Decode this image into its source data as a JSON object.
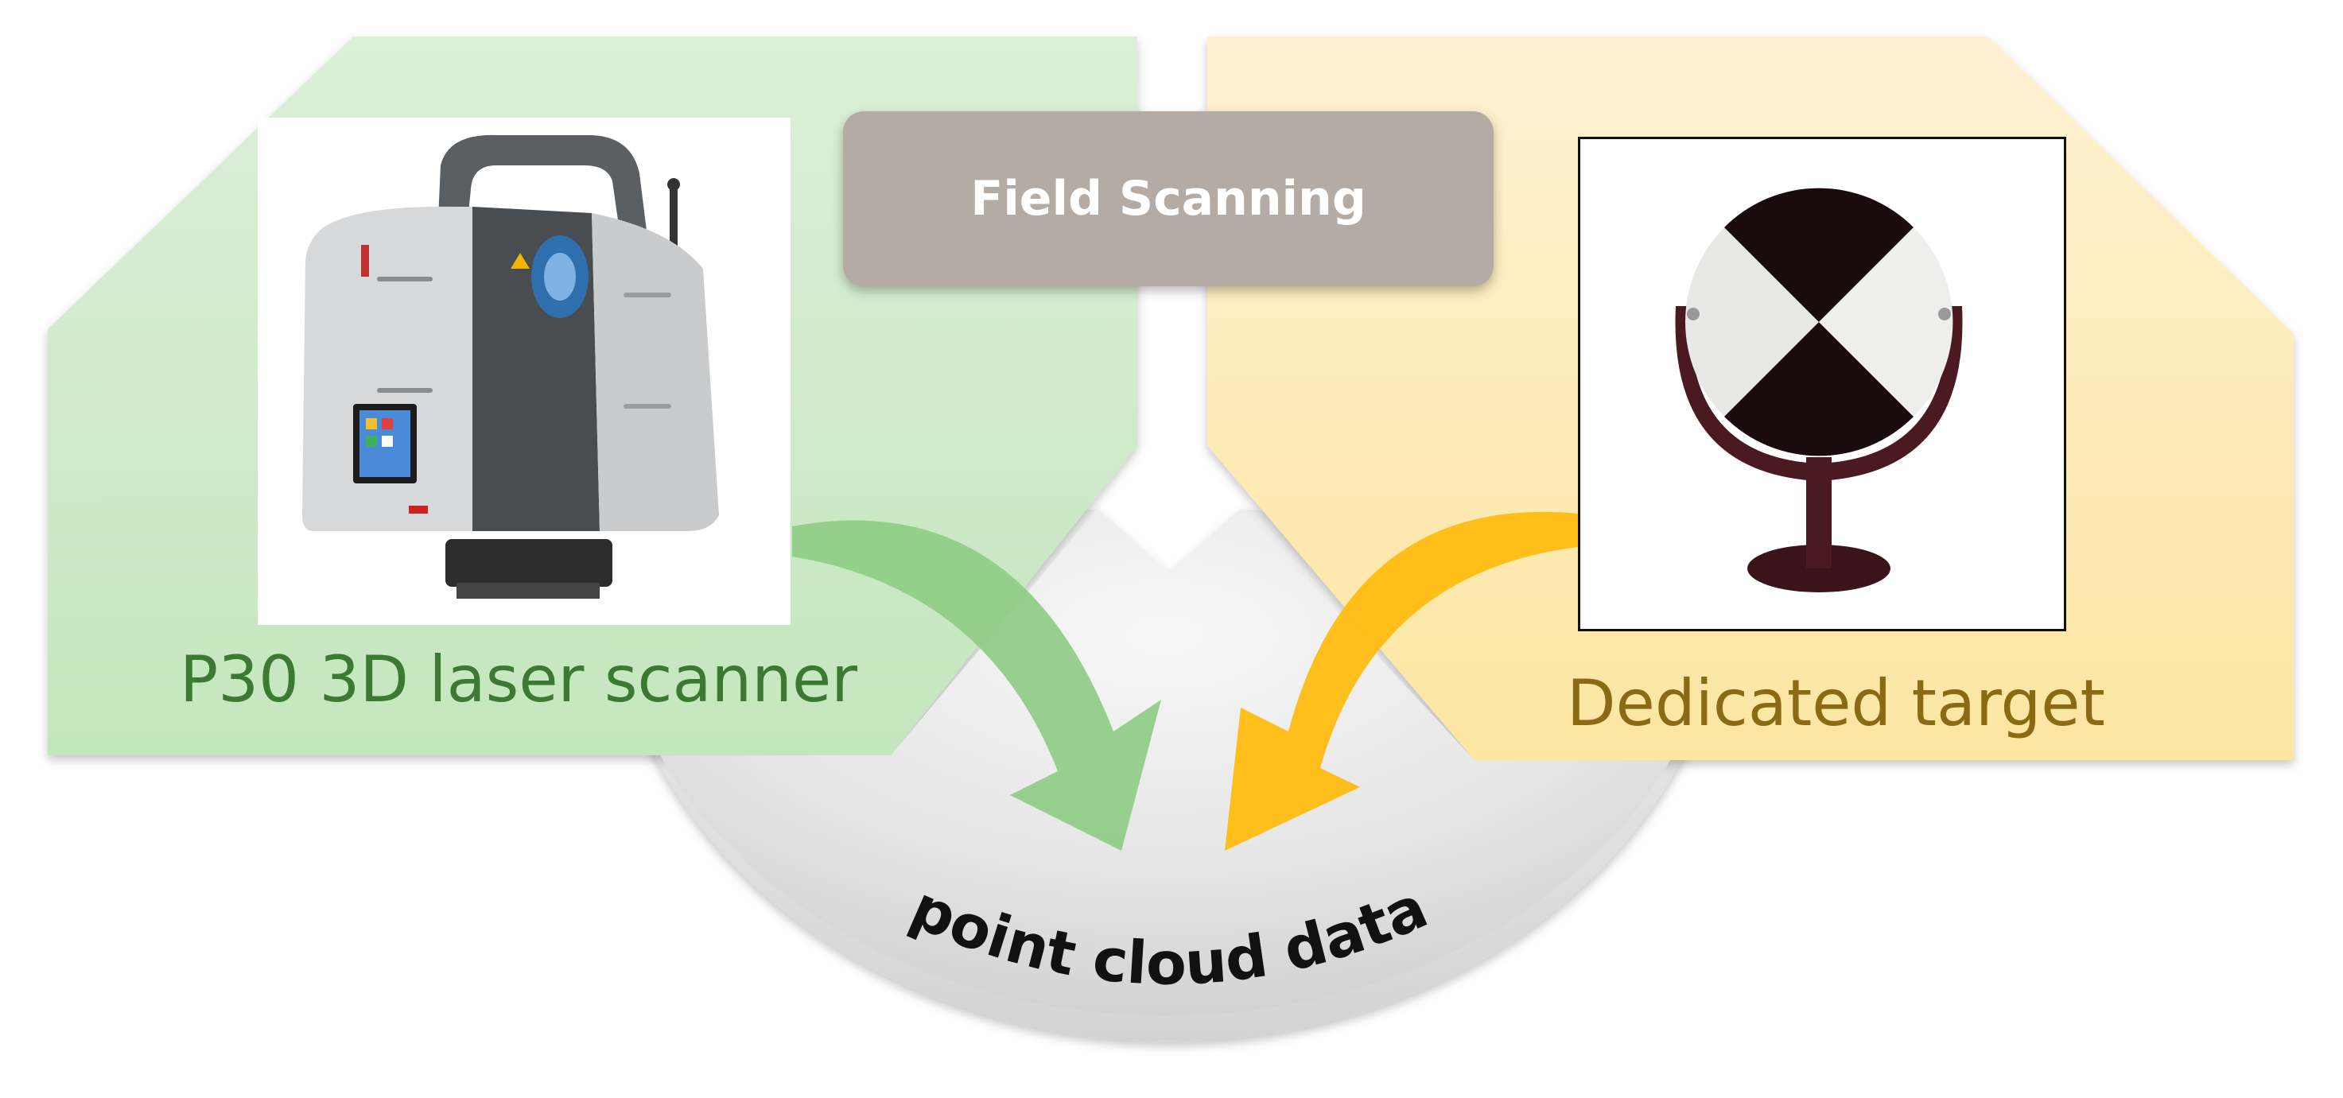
{
  "diagram": {
    "title": "Field Scanning",
    "left_panel_label": "P30 3D laser scanner",
    "right_panel_label": "Dedicated target",
    "bottom_label": "point cloud data"
  },
  "colors": {
    "left_panel": "#d4edd0",
    "right_panel": "#fdeab8",
    "title_box": "#b3aba4",
    "green_arrow": "#8fcc86",
    "yellow_arrow": "#ffbc10",
    "bowl": "#dcdcdc"
  },
  "icons": [
    "laser-scanner-image",
    "checkerboard-target-image",
    "curved-arrow-icon"
  ]
}
